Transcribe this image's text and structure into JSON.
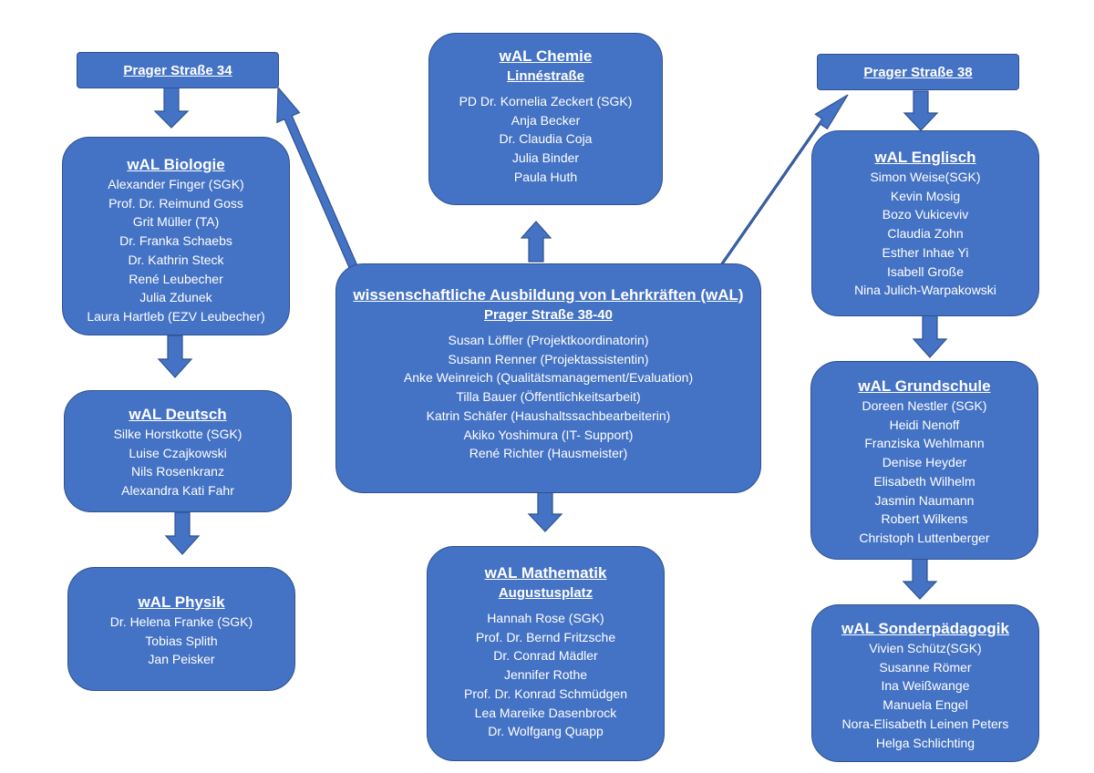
{
  "locations": {
    "prager34": "Prager Straße 34",
    "prager38": "Prager Straße 38"
  },
  "center": {
    "title": "wissenschaftliche Ausbildung von Lehrkräften (wAL)",
    "subtitle": "Prager Straße 38-40",
    "members": [
      "Susan Löffler (Projektkoordinatorin)",
      "Susann Renner (Projektassistentin)",
      "Anke Weinreich (Qualitätsmanagement/Evaluation)",
      "Tilla Bauer (Öffentlichkeitsarbeit)",
      "Katrin Schäfer (Haushaltssachbearbeiterin)",
      "Akiko Yoshimura (IT- Support)",
      "René Richter (Hausmeister)"
    ]
  },
  "chemie": {
    "title": "wAL Chemie",
    "subtitle": "Linnéstraße",
    "members": [
      "PD Dr. Kornelia Zeckert (SGK)",
      "Anja Becker",
      "Dr. Claudia Coja",
      "Julia Binder",
      "Paula Huth"
    ]
  },
  "biologie": {
    "title": "wAL Biologie",
    "members": [
      "Alexander Finger (SGK)",
      "Prof. Dr. Reimund Goss",
      "Grit Müller (TA)",
      "Dr. Franka Schaebs",
      "Dr. Kathrin Steck",
      "René Leubecher",
      "Julia Zdunek",
      "Laura Hartleb (EZV Leubecher)"
    ]
  },
  "deutsch": {
    "title": "wAL Deutsch",
    "members": [
      "Silke Horstkotte (SGK)",
      "Luise Czajkowski",
      "Nils Rosenkranz",
      "Alexandra Kati Fahr"
    ]
  },
  "physik": {
    "title": "wAL Physik",
    "members": [
      "Dr. Helena Franke (SGK)",
      "Tobias Splith",
      "Jan Peisker"
    ]
  },
  "mathematik": {
    "title": "wAL Mathematik",
    "subtitle": "Augustusplatz",
    "members": [
      "Hannah Rose (SGK)",
      "Prof. Dr. Bernd Fritzsche",
      "Dr. Conrad Mädler",
      "Jennifer Rothe",
      "Prof. Dr. Konrad Schmüdgen",
      "Lea Mareike Dasenbrock",
      "Dr. Wolfgang Quapp"
    ]
  },
  "englisch": {
    "title": "wAL Englisch",
    "members": [
      "Simon Weise(SGK)",
      "Kevin Mosig",
      "Bozo Vukiceviv",
      "Claudia Zohn",
      "Esther Inhae Yi",
      "Isabell Große",
      "Nina Julich-Warpakowski"
    ]
  },
  "grundschule": {
    "title": "wAL Grundschule",
    "members": [
      "Doreen Nestler (SGK)",
      "Heidi Nenoff",
      "Franziska Wehlmann",
      "Denise Heyder",
      "Elisabeth Wilhelm",
      "Jasmin Naumann",
      "Robert Wilkens",
      "Christoph Luttenberger"
    ]
  },
  "sonderpaedagogik": {
    "title": "wAL Sonderpädagogik",
    "members": [
      "Vivien Schütz(SGK)",
      "Susanne Römer",
      "Ina Weißwange",
      "Manuela Engel",
      "Nora-Elisabeth Leinen Peters",
      "Helga Schlichting"
    ]
  },
  "colors": {
    "fill": "#4472c4",
    "border": "#2f528f",
    "text": "#ffffff"
  }
}
